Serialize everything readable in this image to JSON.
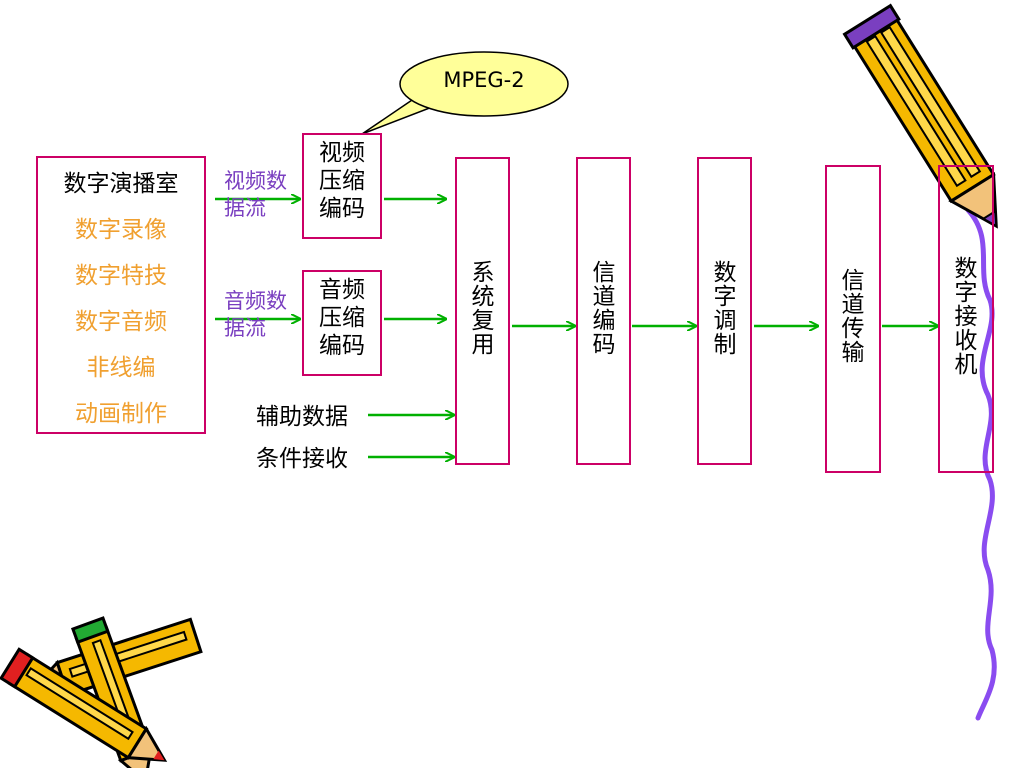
{
  "source_box": {
    "title": "数字演播室",
    "items": [
      "数字录像",
      "数字特技",
      "数字音频",
      "非线编",
      "动画制作"
    ]
  },
  "streams": {
    "video": "视频数据流",
    "audio": "音频数据流"
  },
  "codecs": {
    "video": [
      "视频",
      "压缩",
      "编码"
    ],
    "audio": [
      "音频",
      "压缩",
      "编码"
    ]
  },
  "callout": "MPEG-2",
  "extra_inputs": [
    "辅助数据",
    "条件接收"
  ],
  "stages": [
    "系统复用",
    "信道编码",
    "数字调制",
    "信道传输",
    "数字接收机"
  ],
  "colors": {
    "box_border": "#cc0066",
    "arrow": "#00b000",
    "orange_text": "#f0a030",
    "purple_text": "#7a3fc0",
    "callout_fill": "#ffff99"
  }
}
